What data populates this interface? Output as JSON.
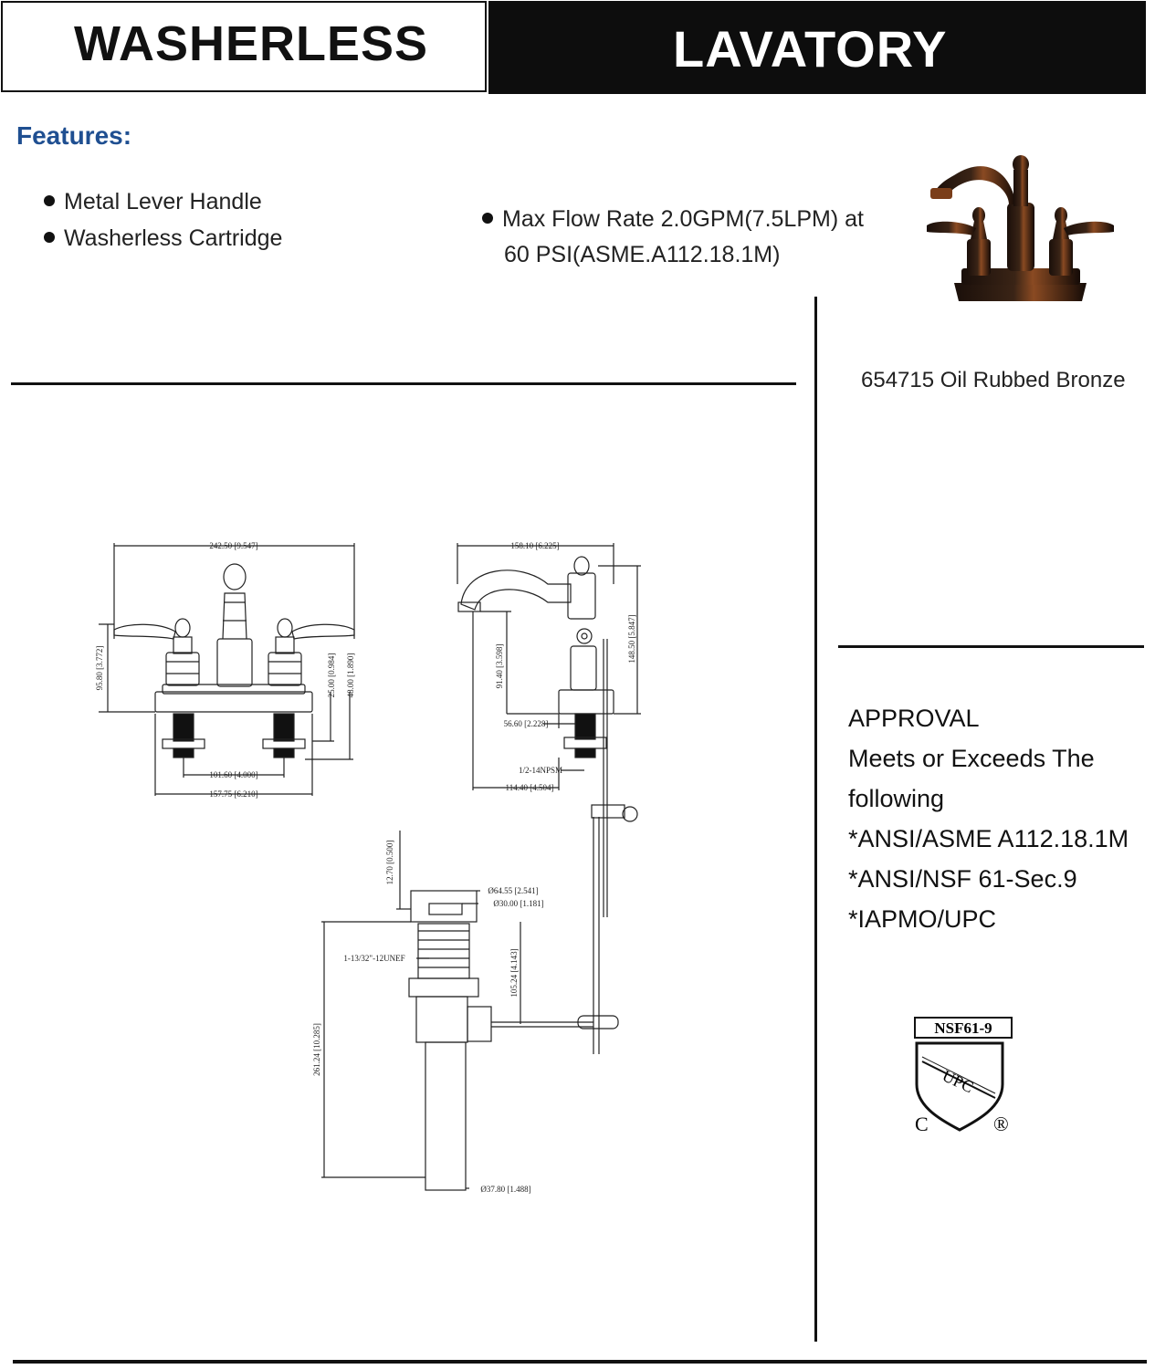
{
  "header": {
    "left_title": "WASHERLESS",
    "right_title": "LAVATORY"
  },
  "features": {
    "title": "Features:",
    "items": [
      "Metal Lever Handle",
      "Washerless Cartridge"
    ],
    "flow_rate_line1": "Max Flow Rate 2.0GPM(7.5LPM) at",
    "flow_rate_line2": "60 PSI(ASME.A112.18.1M)"
  },
  "product": {
    "caption": "654715 Oil Rubbed Bronze"
  },
  "approval": {
    "title": "APPROVAL",
    "line1": "Meets or Exceeds The",
    "line2": "following",
    "standards": [
      "*ANSI/ASME A112.18.1M",
      "*ANSI/NSF 61-Sec.9",
      "*IAPMO/UPC"
    ]
  },
  "certification_logo": {
    "nsf": "NSF61-9",
    "upc": "UPC",
    "c": "C",
    "registered": "®"
  },
  "drawing": {
    "front": {
      "total_width": "242.50 [9.547]",
      "height": "95.80 [3.772]",
      "dim_25": "25.00 [0.984]",
      "dim_48": "48.00 [1.890]",
      "centers": "101.60 [4.000]",
      "base_width": "157.75 [6.210]"
    },
    "side": {
      "reach": "158.10 [6.225]",
      "height": "148.50 [5.847]",
      "spout_height": "91.40 [3.598]",
      "base": "56.60 [2.228]",
      "thread": "1/2-14NPSM",
      "depth": "114.40 [4.504]"
    },
    "drain": {
      "flange_height": "12.70 [0.500]",
      "flange_dia": "Ø64.55 [2.541]",
      "stopper_dia": "Ø30.00 [1.181]",
      "thread": "1-13/32\"-12UNEF",
      "body_len": "105.24 [4.143]",
      "total_len": "261.24 [10.285]",
      "tail_dia": "Ø37.80 [1.488]"
    }
  }
}
